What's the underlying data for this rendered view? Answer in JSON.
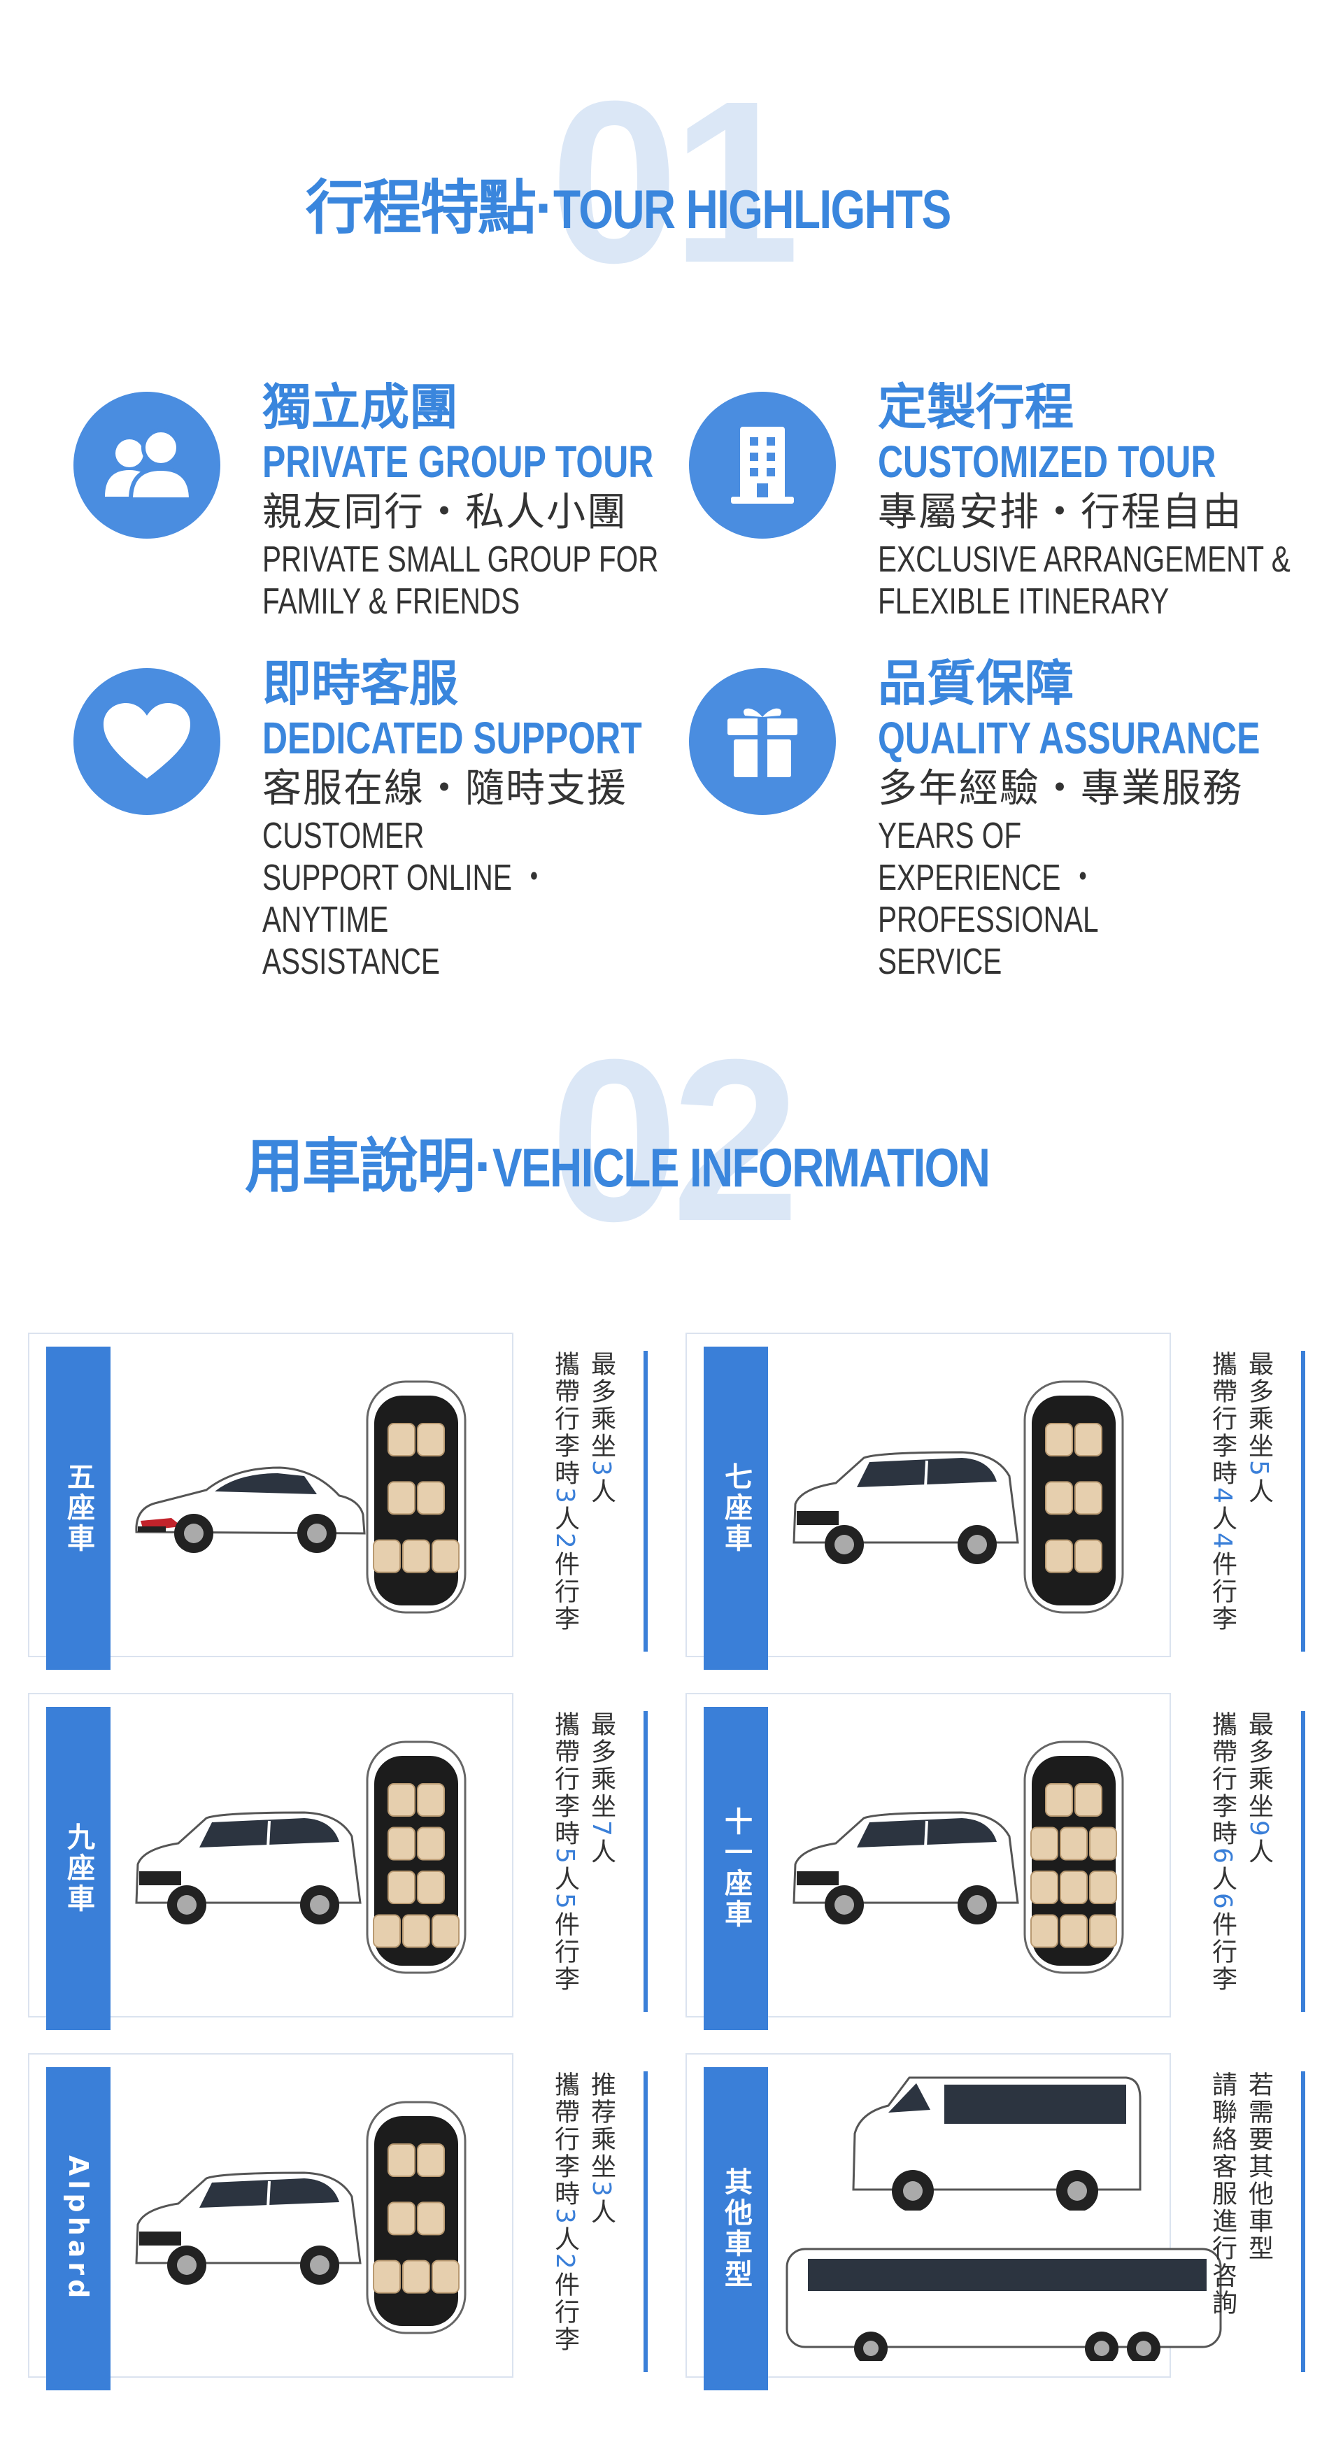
{
  "section1": {
    "number": "01",
    "title_zh": "行程特點",
    "title_sep": "·",
    "title_en": "TOUR HIGHLIGHTS"
  },
  "features": [
    {
      "title_zh": "獨立成團",
      "title_en": "PRIVATE GROUP TOUR",
      "sub_zh": "親友同行・私人小團",
      "sub_en": "PRIVATE SMALL GROUP FOR FAMILY & FRIENDS",
      "icon": "group-icon"
    },
    {
      "title_zh": "定製行程",
      "title_en": "CUSTOMIZED TOUR",
      "sub_zh": "專屬安排・行程自由",
      "sub_en": "EXCLUSIVE ARRANGEMENT & FLEXIBLE ITINERARY",
      "icon": "building-icon"
    },
    {
      "title_zh": "即時客服",
      "title_en": "DEDICATED SUPPORT",
      "sub_zh": "客服在線・隨時支援",
      "sub_en": "CUSTOMER SUPPORT ONLINE ・ ANYTIME ASSISTANCE",
      "icon": "heart-icon"
    },
    {
      "title_zh": "品質保障",
      "title_en": "QUALITY ASSURANCE",
      "sub_zh": "多年經驗・專業服務",
      "sub_en": "YEARS OF EXPERIENCE ・ PROFESSIONAL SERVICE",
      "icon": "gift-box-icon"
    }
  ],
  "section2": {
    "number": "02",
    "title_zh": "用車說明",
    "title_sep": "·",
    "title_en": "VEHICLE INFORMATION"
  },
  "vehicles": [
    {
      "tab": "五座車",
      "line1": [
        "最多乘坐",
        "3",
        "人"
      ],
      "line2": [
        "攜帶行李時",
        "3",
        "人",
        "2",
        "件行李"
      ]
    },
    {
      "tab": "七座車",
      "line1": [
        "最多乘坐",
        "5",
        "人"
      ],
      "line2": [
        "攜帶行李時",
        "4",
        "人",
        "4",
        "件行李"
      ]
    },
    {
      "tab": "九座車",
      "line1": [
        "最多乘坐",
        "7",
        "人"
      ],
      "line2": [
        "攜帶行李時",
        "5",
        "人",
        "5",
        "件行李"
      ]
    },
    {
      "tab": "十一座車",
      "line1": [
        "最多乘坐",
        "9",
        "人"
      ],
      "line2": [
        "攜帶行李時",
        "6",
        "人",
        "6",
        "件行李"
      ]
    },
    {
      "tab": "Alphard",
      "line1": [
        "推荐乘坐",
        "3",
        "人"
      ],
      "line2": [
        "攜帶行李時",
        "3",
        "人",
        "2",
        "件行李"
      ]
    },
    {
      "tab": "其他車型",
      "line1": [
        "若需要其他車型"
      ],
      "line2": [
        "請聯絡客服進行咨詢"
      ]
    }
  ],
  "colors": {
    "accent": "#3a86dd",
    "tab": "#3a7fd8",
    "watermark": "#dbe7f6"
  }
}
